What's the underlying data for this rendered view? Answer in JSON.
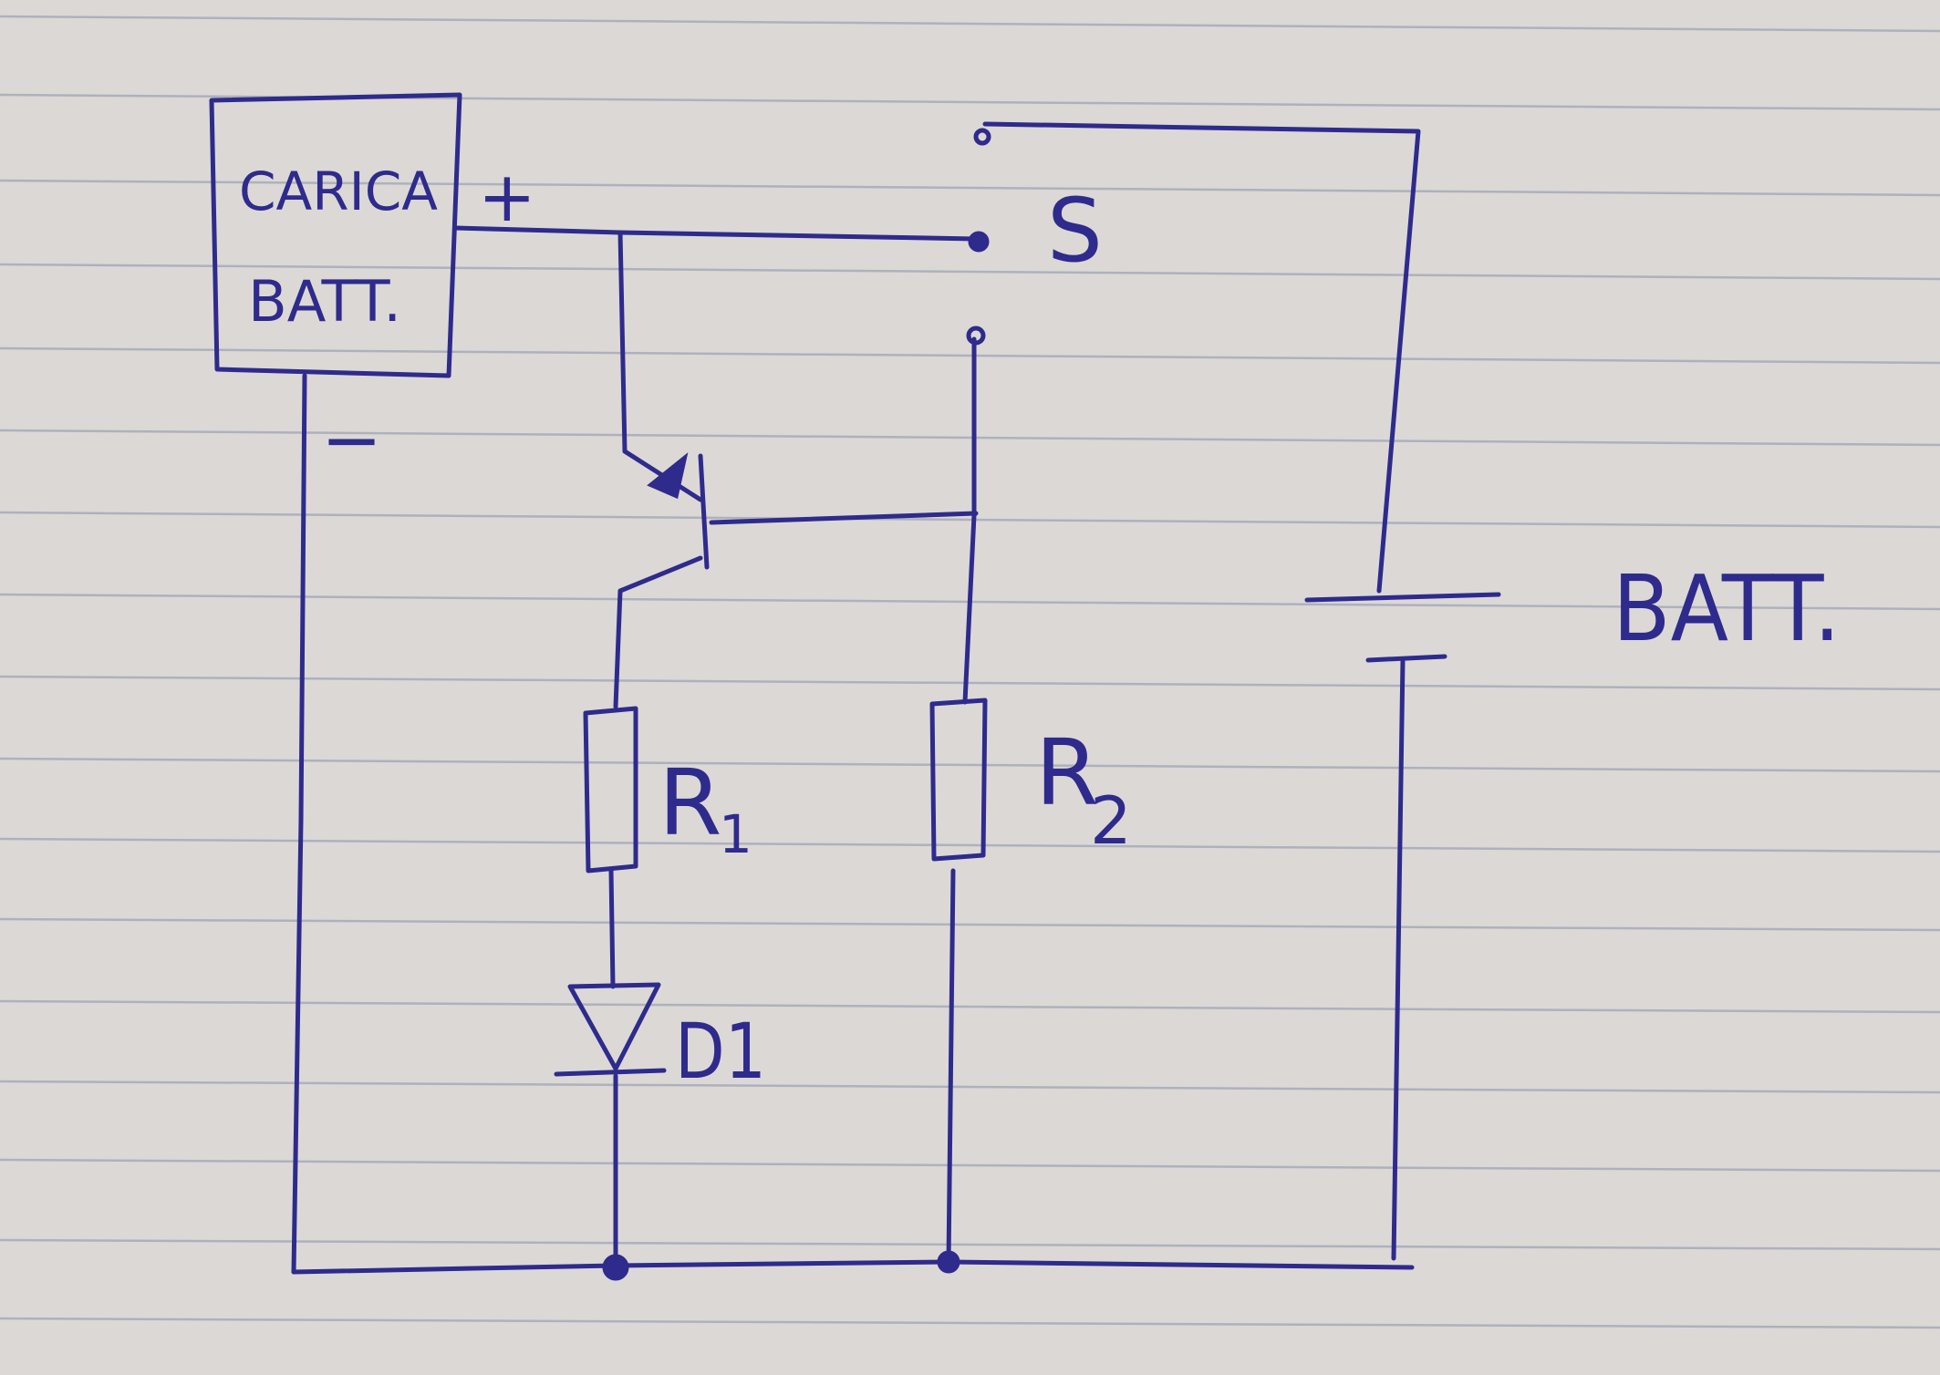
{
  "labels": {
    "charger_line1": "CARICA",
    "charger_line2": "BATT.",
    "plus": "+",
    "minus": "−",
    "switch": "S",
    "battery": "BATT.",
    "r1": "R",
    "r1_sub": "1",
    "r2": "R",
    "r2_sub": "2",
    "d1": "D1"
  },
  "colors": {
    "ink": "#2e2b8c",
    "paper": "#dcd8d6",
    "ruled_line": "#aeb1bd"
  }
}
